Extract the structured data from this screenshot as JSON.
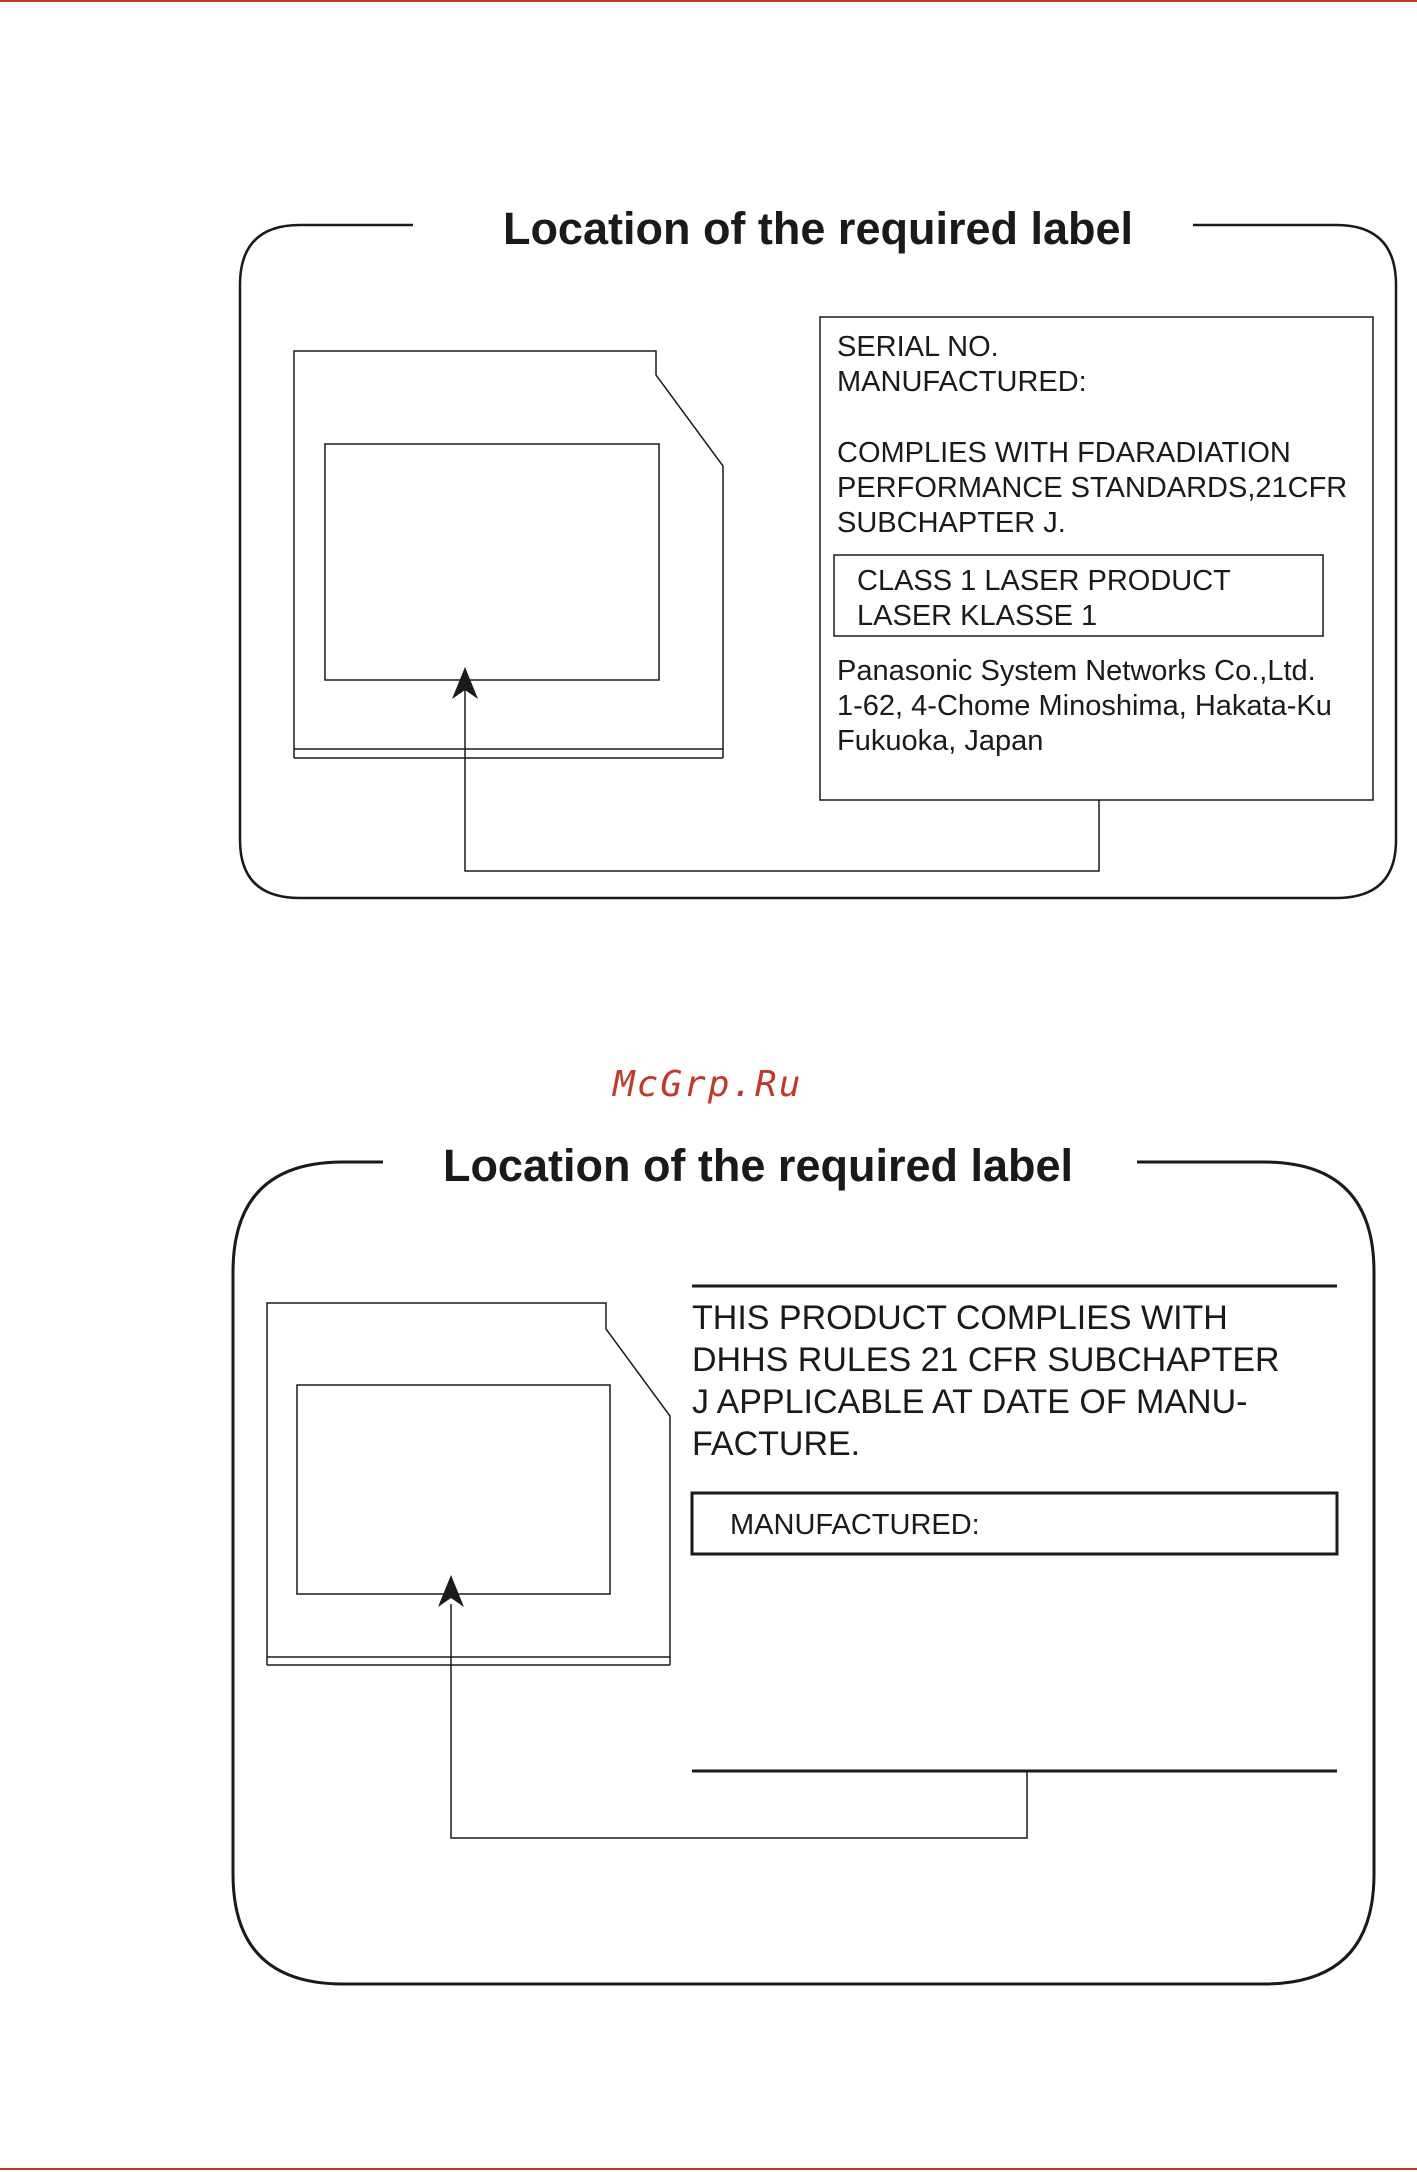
{
  "watermark": "McGrp.Ru",
  "colors": {
    "rule": "#c0392b",
    "ink": "#1a1a1a",
    "watermark": "#c0392b"
  },
  "figure1": {
    "title": "Location of the required label",
    "label_lines": {
      "serial": "SERIAL NO.",
      "manufactured": "MANUFACTURED:",
      "complies_1": "COMPLIES WITH FDARADIATION",
      "complies_2": "PERFORMANCE STANDARDS,21CFR",
      "complies_3": "SUBCHAPTER J.",
      "class_1": "CLASS 1 LASER PRODUCT",
      "class_2": "LASER KLASSE 1",
      "address_1": "Panasonic System Networks Co.,Ltd.",
      "address_2": "1-62, 4-Chome Minoshima, Hakata-Ku",
      "address_3": "Fukuoka, Japan"
    }
  },
  "figure2": {
    "title": "Location of the required label",
    "label_lines": {
      "complies_1": "THIS PRODUCT COMPLIES WITH",
      "complies_2": "DHHS RULES 21 CFR SUBCHAPTER",
      "complies_3": "J APPLICABLE AT DATE OF MANU-",
      "complies_4": "FACTURE.",
      "manufactured": "MANUFACTURED:"
    }
  }
}
